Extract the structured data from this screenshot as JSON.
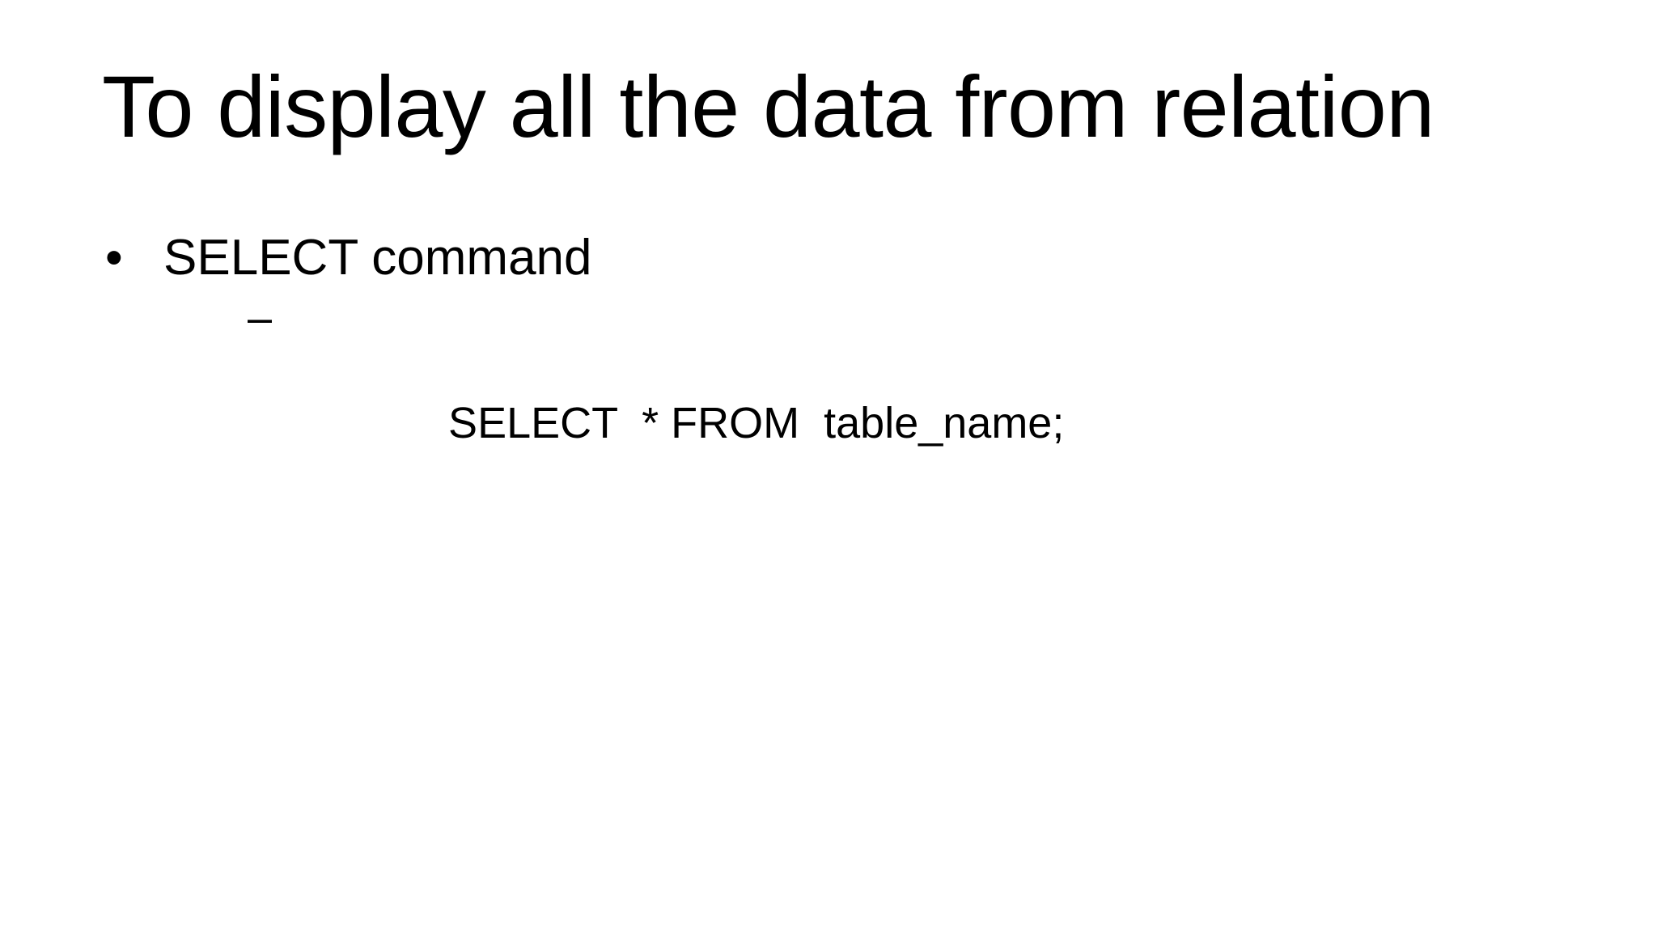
{
  "slide": {
    "background_color": "#ffffff",
    "text_color": "#000000",
    "title": "To display all the data from relation",
    "bullets": [
      {
        "level": 1,
        "marker": "•",
        "marker_name": "bullet-dot",
        "text": "SELECT command"
      },
      {
        "level": 2,
        "marker": "–",
        "marker_name": "bullet-dash",
        "text": "SELECT  * FROM  table_name;"
      }
    ]
  }
}
